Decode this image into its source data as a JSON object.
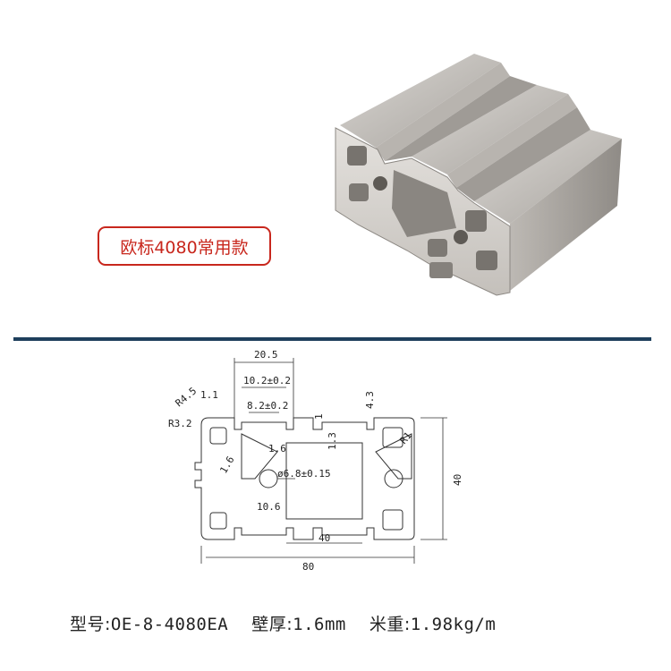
{
  "product": {
    "badge_label": "欧标4080常用款"
  },
  "drawing": {
    "dims": {
      "slot_opening": "20.5",
      "inner_slot": "10.2±0.2",
      "slot_neck": "8.2±0.2",
      "edge_lip": "1.1",
      "outer_radius": "R4.5",
      "corner_radius": "R3.2",
      "lip_thickness": "1",
      "slot_depth": "4.3",
      "wall_1": "1.6",
      "wall_2": "1.6",
      "height_lip": "1.3",
      "inner_radius": "R1",
      "bore": "ø6.8±0.15",
      "center_bore": "10.6",
      "inner_width": "40",
      "total_width": "80",
      "total_height": "40"
    }
  },
  "specs": {
    "model_label": "型号:",
    "model_value": "OE-8-4080EA",
    "wall_label": "壁厚:",
    "wall_value": "1.6mm",
    "weight_label": "米重:",
    "weight_value": "1.98kg/m"
  }
}
